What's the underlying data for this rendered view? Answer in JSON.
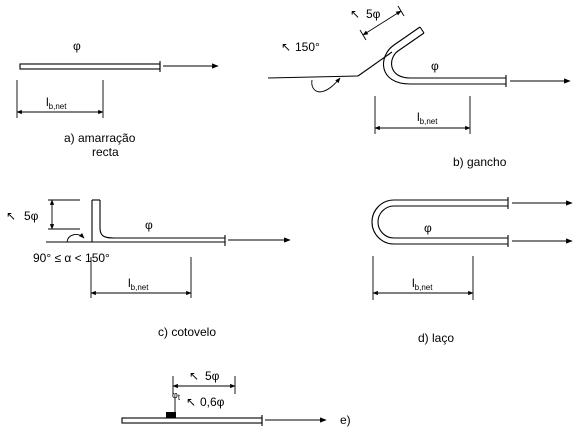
{
  "diagram": {
    "symbols": {
      "phi": "φ",
      "lb_base": "l",
      "lb_sub": "b,net",
      "dim_5phi": "5φ",
      "angle_150": "150°",
      "angle_range": "90° ≤ α < 150°",
      "dim_06phi": "0,6φ",
      "phi_t_base": "φ",
      "phi_t_sub": "t"
    },
    "captions": {
      "a_line1": "a)  amarração",
      "a_line2": "recta",
      "b": "b) gancho",
      "c": "c) cotovelo",
      "d": "d) laço",
      "e": "e)"
    }
  }
}
